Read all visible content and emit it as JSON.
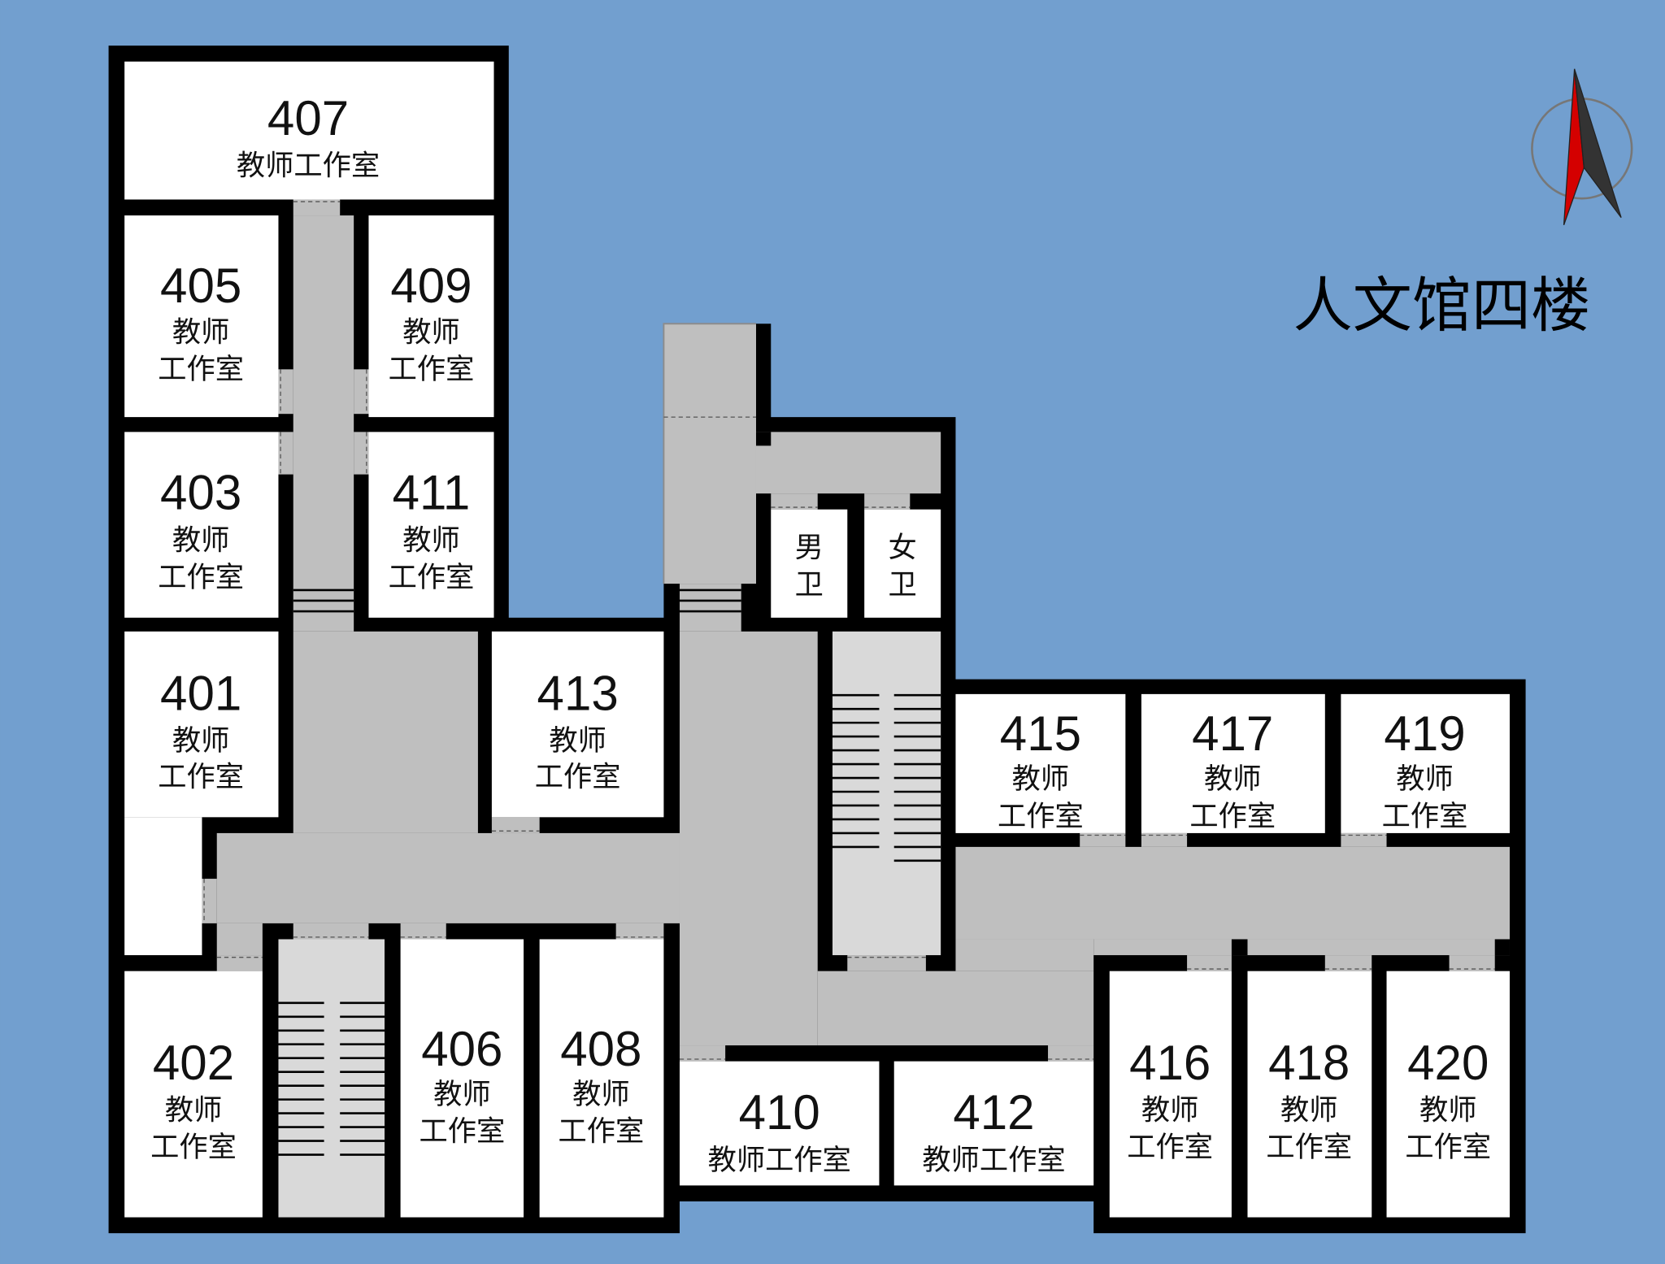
{
  "title": "人文馆四楼",
  "compass": {
    "icon": "north-arrow-icon"
  },
  "colors": {
    "background": "#729fcf",
    "wall": "#000000",
    "corridor": "#bfbfbf",
    "stairs": "#d9d9d9",
    "room": "#ffffff",
    "compass_red": "#d40000",
    "compass_dark": "#333333"
  },
  "rooms": {
    "r407": {
      "number": "407",
      "label": "教师工作室"
    },
    "r405": {
      "number": "405",
      "line1": "教师",
      "line2": "工作室"
    },
    "r409": {
      "number": "409",
      "line1": "教师",
      "line2": "工作室"
    },
    "r403": {
      "number": "403",
      "line1": "教师",
      "line2": "工作室"
    },
    "r411": {
      "number": "411",
      "line1": "教师",
      "line2": "工作室"
    },
    "r401": {
      "number": "401",
      "line1": "教师",
      "line2": "工作室"
    },
    "r413": {
      "number": "413",
      "line1": "教师",
      "line2": "工作室"
    },
    "r402": {
      "number": "402",
      "line1": "教师",
      "line2": "工作室"
    },
    "r406": {
      "number": "406",
      "line1": "教师",
      "line2": "工作室"
    },
    "r408": {
      "number": "408",
      "line1": "教师",
      "line2": "工作室"
    },
    "r410": {
      "number": "410",
      "label": "教师工作室"
    },
    "r412": {
      "number": "412",
      "label": "教师工作室"
    },
    "r415": {
      "number": "415",
      "line1": "教师",
      "line2": "工作室"
    },
    "r417": {
      "number": "417",
      "line1": "教师",
      "line2": "工作室"
    },
    "r419": {
      "number": "419",
      "line1": "教师",
      "line2": "工作室"
    },
    "r416": {
      "number": "416",
      "line1": "教师",
      "line2": "工作室"
    },
    "r418": {
      "number": "418",
      "line1": "教师",
      "line2": "工作室"
    },
    "r420": {
      "number": "420",
      "line1": "教师",
      "line2": "工作室"
    }
  },
  "restrooms": {
    "men": {
      "line1": "男",
      "line2": "卫"
    },
    "women": {
      "line1": "女",
      "line2": "卫"
    }
  }
}
